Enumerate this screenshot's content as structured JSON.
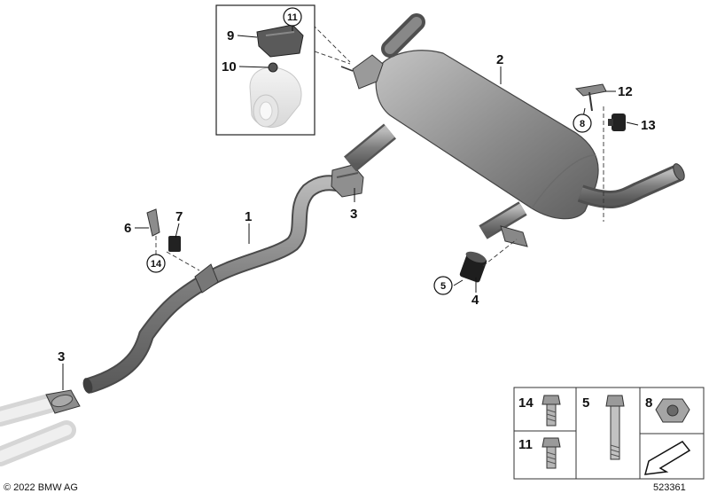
{
  "callouts": {
    "c1": "1",
    "c2": "2",
    "c3a": "3",
    "c3b": "3",
    "c4": "4",
    "c5": "5",
    "c6": "6",
    "c7": "7",
    "c8": "8",
    "c9": "9",
    "c10": "10",
    "c11": "11",
    "c12": "12",
    "c13": "13",
    "c14": "14"
  },
  "legend": {
    "p14": "14",
    "p5": "5",
    "p8": "8",
    "p11": "11"
  },
  "copyright": "© 2022 BMW AG",
  "diagram_id": "523361"
}
